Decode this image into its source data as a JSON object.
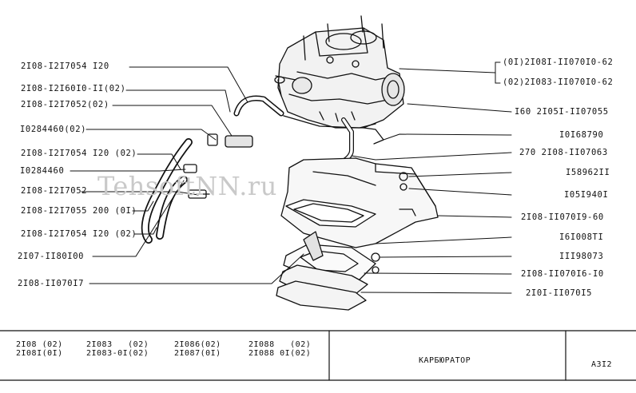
{
  "watermark": "TehsoftNN.ru",
  "labels_left": [
    "2I08-I2I7054 I20",
    "2I08-I2I60I0-II(02)",
    "2I08-I2I7052(02)",
    "I0284460(02)",
    "2I08-I2I7054 I20 (02)",
    "I0284460",
    "2I08-I2I7052",
    "2I08-I2I7055 200 (0I)",
    "2I08-I2I7054 I20 (02)",
    "2I07-II80I00",
    "2I08-II070I7"
  ],
  "labels_right": {
    "carb_01": "(0I)2I08I-II070I0-62",
    "carb_02": "(02)2I083-II070I0-62",
    "items": [
      "I60 2I05I-II07055",
      "I0I68790",
      "270 2I08-II07063",
      "I58962II",
      "I05I940I",
      "2I08-II070I9-60",
      "I6I008TI",
      "III98073",
      "2I08-II070I6-I0",
      "2I0I-II070I5"
    ]
  },
  "title_block": {
    "models": [
      [
        "2I08 (02)",
        "2I08I(0I)"
      ],
      [
        "2I083   (02)",
        "2I083-0I(02)"
      ],
      [
        "2I086(02)",
        "2I087(0I)"
      ],
      [
        "2I088   (02)",
        "2I088 0I(02)"
      ]
    ],
    "title": "КАРБЮРАТОР",
    "code": "A3I2"
  }
}
